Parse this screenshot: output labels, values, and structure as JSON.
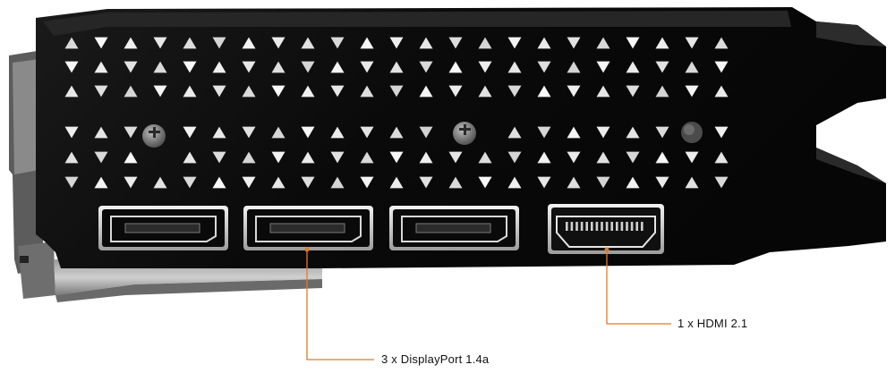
{
  "product": {
    "ports": [
      {
        "kind": "displayport",
        "count": 3
      },
      {
        "kind": "hdmi",
        "count": 1
      }
    ]
  },
  "callouts": {
    "displayport_label": "3 x DisplayPort 1.4a",
    "hdmi_label": "1 x HDMI 2.1"
  },
  "colors": {
    "background": "#ffffff",
    "bracket": "#0b0b0b",
    "bracket_highlight": "#3a3a3a",
    "port_frame": "#d8d8d8",
    "leader_line": "#e07b28"
  },
  "icons": {
    "vents": "triangle-vent-icon",
    "screws": "screw-icon"
  }
}
